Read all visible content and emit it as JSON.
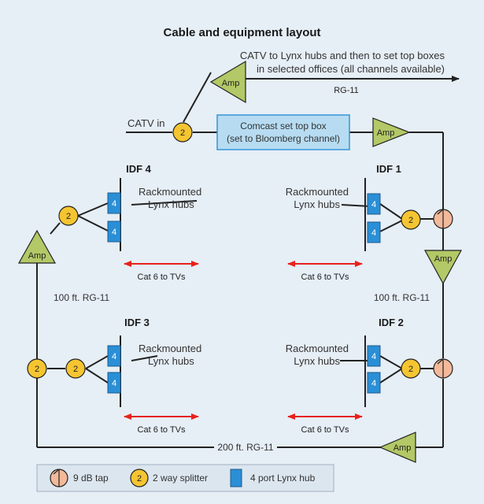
{
  "title": "Cable and equipment layout",
  "top_route": {
    "line1": "CATV to Lynx hubs and then to set top boxes",
    "line2": "in selected offices (all channels available)",
    "cable": "RG-11"
  },
  "catv_in": "CATV in",
  "set_top_box": {
    "line1": "Comcast set top box",
    "line2": "(set to Bloomberg channel)"
  },
  "amp_label": "Amp",
  "splitter_label": "2",
  "hub_label": "4",
  "idf": {
    "idf4": "IDF 4",
    "idf1": "IDF 1",
    "idf3": "IDF 3",
    "idf2": "IDF 2"
  },
  "rack_label": {
    "line1": "Rackmounted",
    "line2": "Lynx hubs"
  },
  "cat6": "Cat 6 to TVs",
  "cables": {
    "left": "100 ft. RG-11",
    "right": "100 ft. RG-11",
    "bottom": "200 ft. RG-11"
  },
  "legend": {
    "tap": "9 dB tap",
    "splitter": "2 way splitter",
    "hub": "4 port Lynx hub"
  },
  "colors": {
    "amp_fill": "#b3c866",
    "splitter_fill": "#f5c531",
    "tap_fill": "#f2b99a",
    "hub_fill": "#2a8fd6",
    "stb_fill": "#b7dcf2",
    "arrow_red": "#e8211c"
  }
}
